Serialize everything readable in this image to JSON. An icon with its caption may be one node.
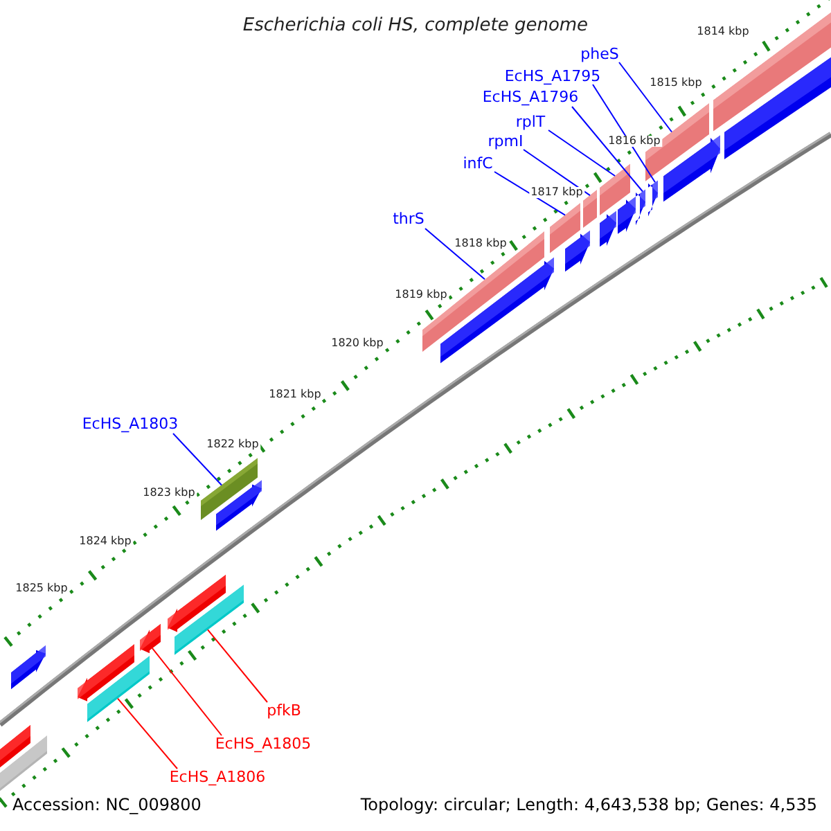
{
  "diagram": {
    "title": "Escherichia coli HS, complete genome",
    "nodes": [
      {
        "text": [
          "pheS"
        ]
      },
      {
        "text": [
          "EcHS_A1795"
        ]
      },
      {
        "text": [
          "EcHS_A1796"
        ]
      },
      {
        "text": [
          "rplT"
        ]
      },
      {
        "text": [
          "rpmI"
        ]
      },
      {
        "text": [
          "infC"
        ]
      },
      {
        "text": [
          "thrS"
        ]
      },
      {
        "text": [
          "EcHS_A1803"
        ]
      },
      {
        "text": [
          "pfkB"
        ]
      },
      {
        "text": [
          "EcHS_A1805"
        ]
      },
      {
        "text": [
          "EcHS_A1806"
        ]
      },
      {
        "text": [],
        "shape": "bar"
      },
      {
        "text": [],
        "shape": "bar"
      },
      {
        "text": [],
        "shape": "bar"
      },
      {
        "text": [],
        "shape": "bar"
      },
      {
        "text": [],
        "shape": "bar"
      },
      {
        "text": [],
        "shape": "bar"
      },
      {
        "text": [],
        "shape": "bar"
      },
      {
        "text": [],
        "shape": "bar"
      },
      {
        "text": [],
        "shape": "bar"
      },
      {
        "text": [],
        "shape": "bar"
      },
      {
        "text": [],
        "shape": "bar"
      },
      {
        "text": [],
        "shape": "bar"
      },
      {
        "text": [],
        "shape": "bar"
      },
      {
        "text": [],
        "shape": "bar"
      },
      {
        "text": [],
        "shape": "bar"
      },
      {
        "text": [],
        "shape": "bar"
      },
      {
        "text": [],
        "shape": "bar"
      },
      {
        "text": [],
        "shape": "bar"
      },
      {
        "text": [],
        "shape": "bar"
      },
      {
        "text": [],
        "shape": "bar"
      },
      {
        "text": [],
        "shape": "bar"
      },
      {
        "text": [],
        "shape": "bar"
      },
      {
        "text": [],
        "shape": "bar"
      },
      {
        "text": [],
        "shape": "bar"
      }
    ],
    "edges": [
      {
        "from": 0,
        "to": 30,
        "arrow": "none"
      },
      {
        "from": 1,
        "to": 31,
        "arrow": "none"
      },
      {
        "from": 2,
        "to": 29,
        "arrow": "none"
      },
      {
        "from": 3,
        "to": 26,
        "arrow": "none"
      },
      {
        "from": 4,
        "to": 25,
        "arrow": "none"
      },
      {
        "from": 5,
        "to": 23,
        "arrow": "none"
      },
      {
        "from": 6,
        "to": 21,
        "arrow": "none"
      },
      {
        "from": 7,
        "to": 19,
        "arrow": "none"
      },
      {
        "from": 8,
        "to": 18,
        "arrow": "none",
        "color": "#ff0000"
      },
      {
        "from": 9,
        "to": 16,
        "arrow": "none",
        "color": "#ff0000"
      },
      {
        "from": 10,
        "to": 15,
        "arrow": "none",
        "color": "#ff0000"
      }
    ],
    "labels": [
      "1814 kbp",
      "1815 kbp",
      "1816 kbp",
      "1817 kbp",
      "1818 kbp",
      "1819 kbp",
      "1820 kbp",
      "1821 kbp",
      "1822 kbp",
      "1823 kbp",
      "1824 kbp",
      "1825 kbp",
      "Accession: NC_009800",
      "Topology: circular; Length: 4,643,538 bp; Genes: 4,535"
    ]
  }
}
